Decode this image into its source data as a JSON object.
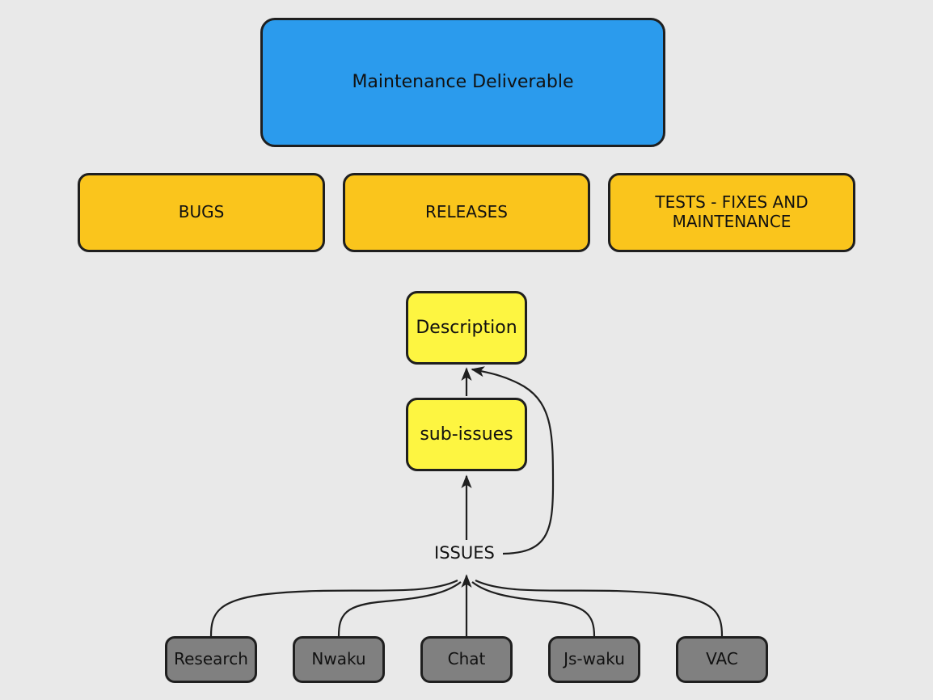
{
  "diagram": {
    "title_node": {
      "label": "Maintenance Deliverable",
      "color": "#2b9bed"
    },
    "categories": [
      {
        "label": "BUGS",
        "color": "#fac51c"
      },
      {
        "label": "RELEASES",
        "color": "#fac51c"
      },
      {
        "label": "TESTS - FIXES AND\nMAINTENANCE",
        "color": "#fac51c"
      }
    ],
    "details": [
      {
        "label": "Description",
        "color": "#fdf541"
      },
      {
        "label": "sub-issues",
        "color": "#fdf541"
      }
    ],
    "edge_labels": [
      {
        "label": "ISSUES"
      }
    ],
    "sources": [
      {
        "label": "Research",
        "color": "#808080"
      },
      {
        "label": "Nwaku",
        "color": "#808080"
      },
      {
        "label": "Chat",
        "color": "#808080"
      },
      {
        "label": "Js-waku",
        "color": "#808080"
      },
      {
        "label": "VAC",
        "color": "#808080"
      }
    ],
    "background_color": "#e9e9e9",
    "stroke_color": "#1f1f1f"
  }
}
